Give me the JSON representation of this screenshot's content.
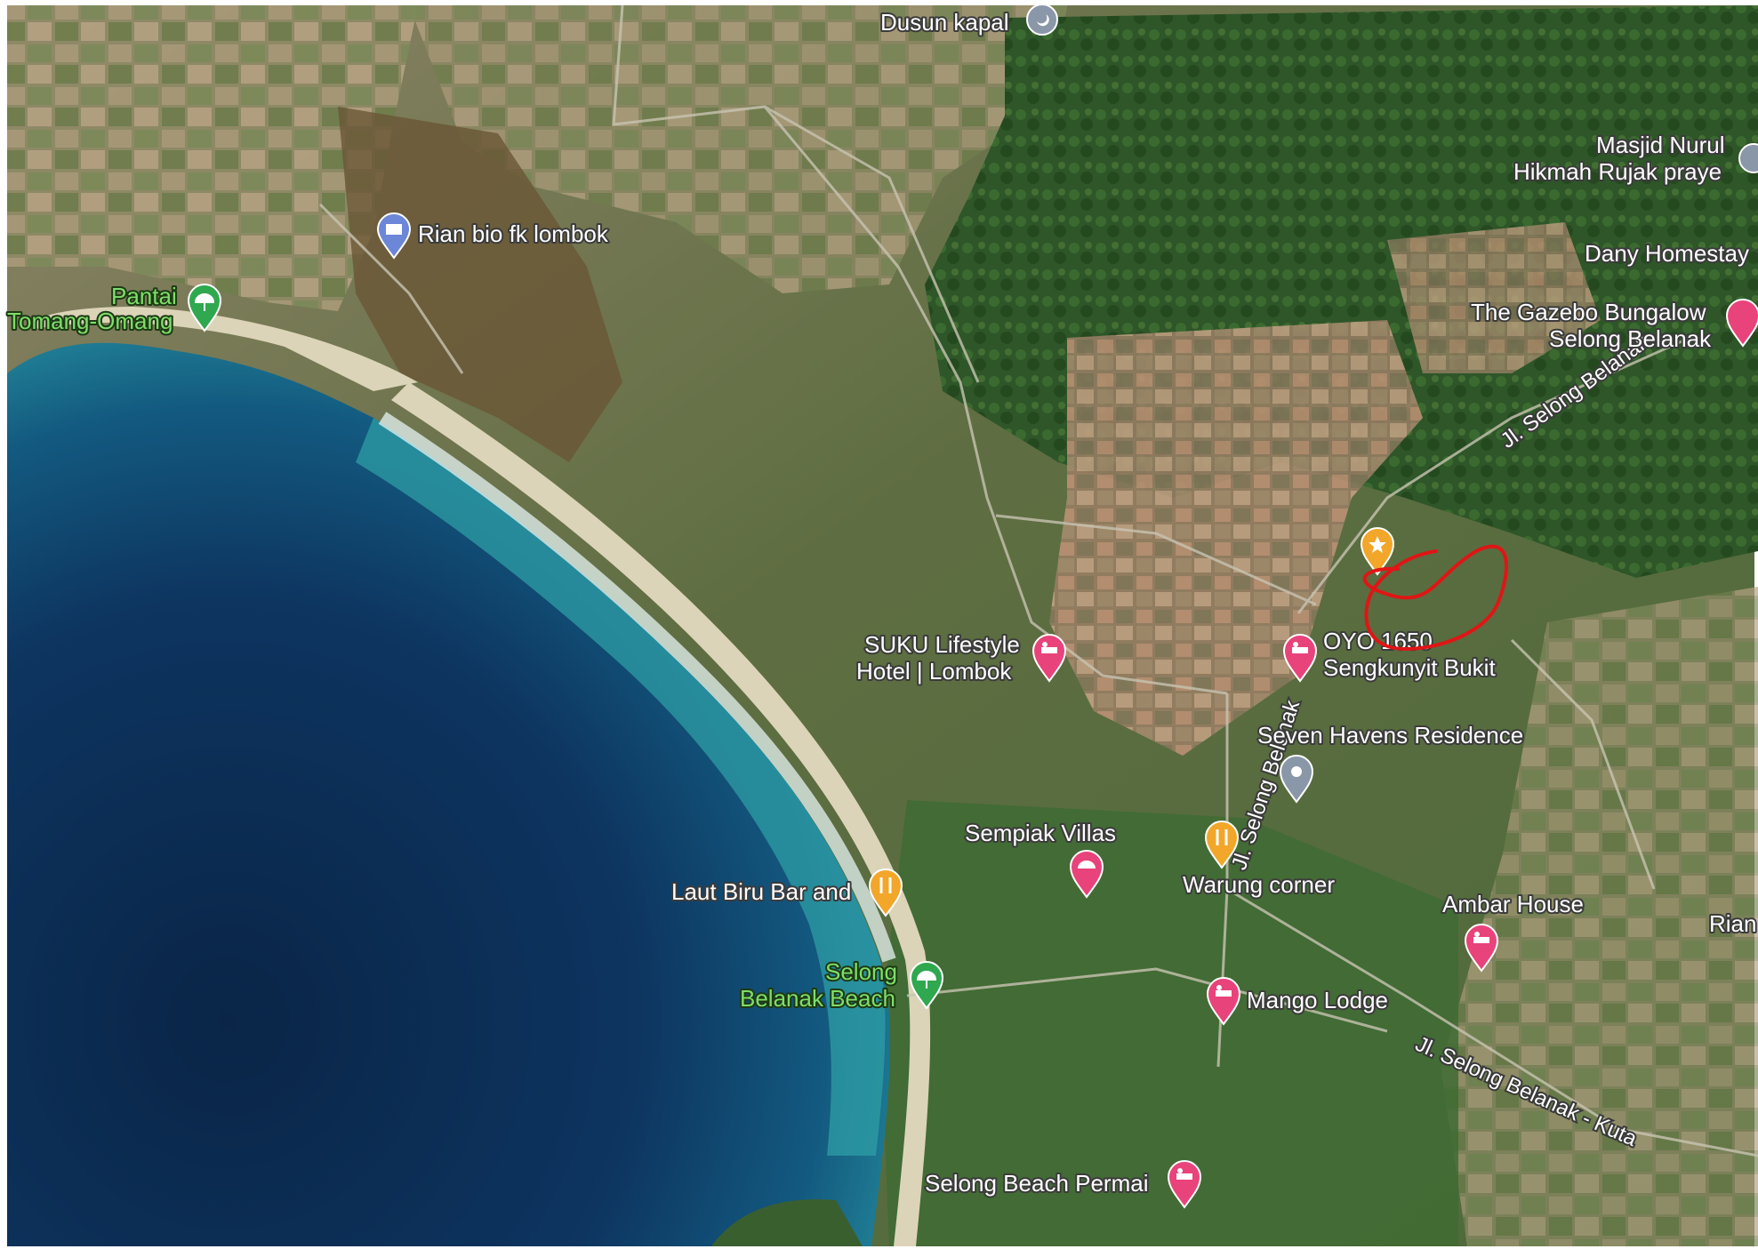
{
  "map": {
    "view": "satellite",
    "colors": {
      "ocean_deep": "#0b2a4e",
      "ocean_mid": "#13507a",
      "ocean_shallow": "#2fa0a7",
      "beach": "#d9d2b6",
      "forest": "#2c5326",
      "field": "#a5967a",
      "lodging_pin": "#e8437a",
      "food_pin": "#f2a62a",
      "park_pin": "#2fa84f",
      "generic_pin": "#8a97a8",
      "annotation": "#e01515"
    },
    "pois": [
      {
        "id": "dusun-kapal",
        "name": "Dusun kapal",
        "icon": "mosque-icon",
        "category": "place-of-worship"
      },
      {
        "id": "rian-bio",
        "name": "Rian bio fk lombok",
        "icon": "atm-icon",
        "category": "service"
      },
      {
        "id": "pantai-tomang-omang",
        "name_line1": "Pantai",
        "name_line2": "Tomang-Omang",
        "icon": "beach-umbrella-icon",
        "category": "beach"
      },
      {
        "id": "masjid-nurul",
        "name_line1": "Masjid Nurul",
        "name_line2": "Hikmah Rujak praye",
        "icon": "mosque-icon",
        "category": "place-of-worship"
      },
      {
        "id": "dany-homestay",
        "name": "Dany Homestay",
        "category": "lodging"
      },
      {
        "id": "gazebo",
        "name_line1": "The Gazebo Bungalow",
        "name_line2": "Selong Belanak",
        "icon": "bed-icon",
        "category": "lodging"
      },
      {
        "id": "suku",
        "name_line1": "SUKU Lifestyle",
        "name_line2": "Hotel | Lombok",
        "icon": "bed-icon",
        "category": "lodging"
      },
      {
        "id": "oyo",
        "name_line1": "OYO 1650",
        "name_line2": "Sengkunyit Bukit",
        "icon": "bed-icon",
        "category": "lodging"
      },
      {
        "id": "seven-havens",
        "name": "Seven Havens Residence",
        "icon": "location-dot-icon",
        "category": "generic"
      },
      {
        "id": "sempiak",
        "name": "Sempiak Villas",
        "icon": "beach-umbrella-icon",
        "category": "lodging"
      },
      {
        "id": "warung-corner",
        "name": "Warung corner",
        "icon": "fork-knife-icon",
        "category": "food"
      },
      {
        "id": "laut-biru",
        "name": "Laut Biru Bar and",
        "icon": "fork-knife-icon",
        "category": "food"
      },
      {
        "id": "selong-beach",
        "name_line1": "Selong",
        "name_line2": "Belanak Beach",
        "icon": "beach-umbrella-icon",
        "category": "beach"
      },
      {
        "id": "ambar",
        "name": "Ambar House",
        "icon": "bed-icon",
        "category": "lodging"
      },
      {
        "id": "rian-edge",
        "name": "Rian",
        "category": "lodging"
      },
      {
        "id": "mango",
        "name": "Mango Lodge",
        "icon": "bed-icon",
        "category": "lodging"
      },
      {
        "id": "selong-permai",
        "name": "Selong Beach Permai",
        "icon": "bed-icon",
        "category": "lodging"
      },
      {
        "id": "food-marker-north",
        "icon": "star-icon",
        "category": "food"
      }
    ],
    "roads": [
      {
        "id": "road-selong-belanak-ne",
        "name": "Jl. Selong Belanak"
      },
      {
        "id": "road-selong-belanak-kuta",
        "name": "Jl. Selong Belanak - Kuta"
      },
      {
        "id": "road-selong-belanak-v",
        "name": "Jl. Selong Belanak"
      }
    ],
    "annotation": {
      "shape": "hand-drawn-circle",
      "color": "#e01515"
    }
  }
}
